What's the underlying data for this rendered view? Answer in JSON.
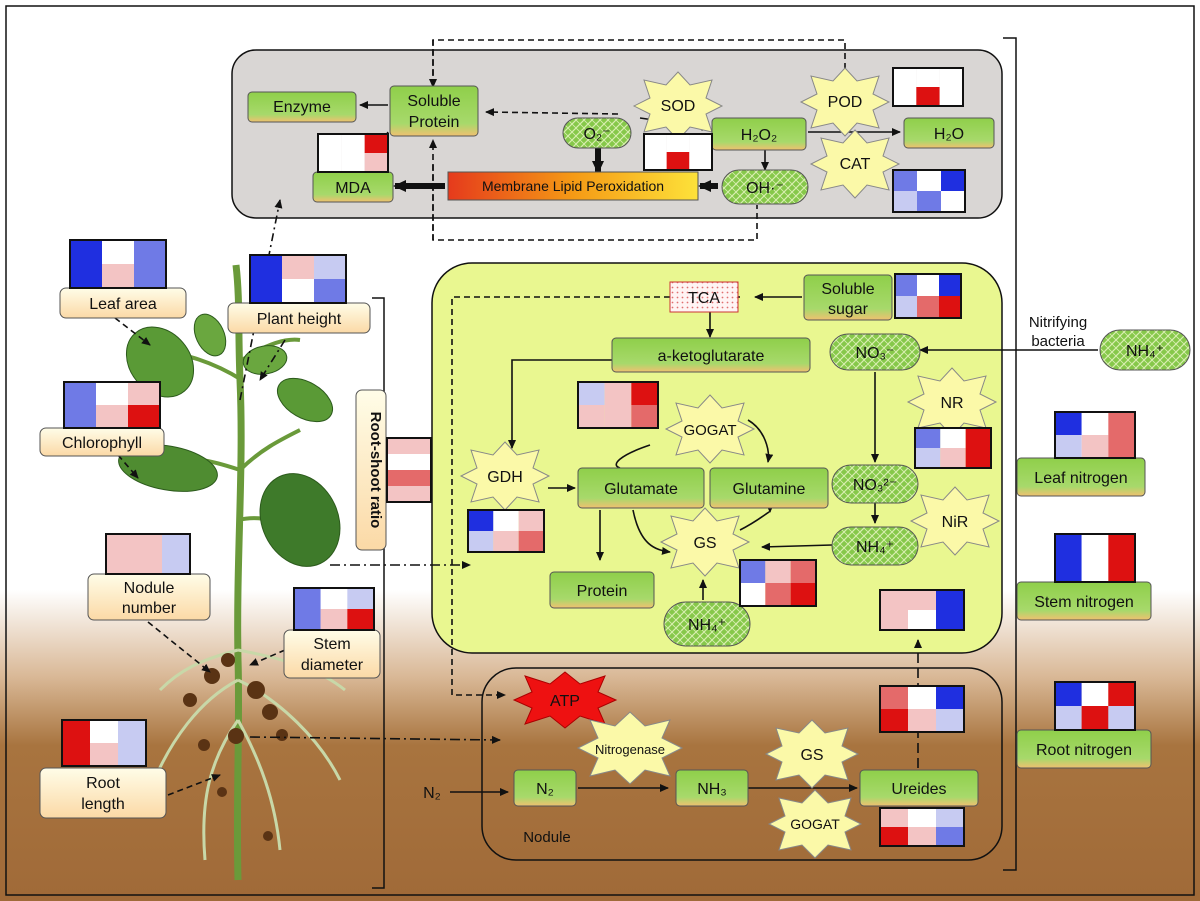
{
  "diagram": {
    "oxidative": {
      "enzyme": "Enzyme",
      "soluble_protein": [
        "Soluble",
        "Protein"
      ],
      "sod": "SOD",
      "pod": "POD",
      "cat": "CAT",
      "o2": "O₂⁻",
      "h2o2": "H₂O₂",
      "h2o": "H₂O",
      "oh": "OH·⁻",
      "mda": "MDA",
      "membrane": "Membrane Lipid Peroxidation"
    },
    "nitrogen": {
      "tca": "TCA",
      "soluble_sugar": [
        "Soluble",
        "sugar"
      ],
      "a_ketoglutarate": "a-ketoglutarate",
      "no3": "NO₃⁻",
      "nr": "NR",
      "gogat": "GOGAT",
      "gdh": "GDH",
      "glutamate": "Glutamate",
      "glutamine": "Glutamine",
      "no3_2": "NO₃²⁻",
      "nir": "NiR",
      "gs": "GS",
      "nh4_right": "NH₄⁺",
      "protein": "Protein",
      "nh4_bottom": "NH₄⁺"
    },
    "external": {
      "nitrifying": [
        "Nitrifying",
        "bacteria"
      ],
      "nh4_ext": "NH₄⁺"
    },
    "nodule": {
      "atp": "ATP",
      "nitrogenase": "Nitrogenase",
      "gs": "GS",
      "n2_in": "N₂",
      "n2": "N₂",
      "nh3": "NH₃",
      "ureides": "Ureides",
      "gogat": "GOGAT",
      "label": "Nodule"
    },
    "plant": {
      "leaf_area": "Leaf area",
      "plant_height": "Plant height",
      "chlorophyll": "Chlorophyll",
      "nodule_number": [
        "Nodule",
        "number"
      ],
      "stem_diameter": [
        "Stem",
        "diameter"
      ],
      "root_length": [
        "Root",
        "length"
      ],
      "root_shoot_ratio": "Root-shoot ratio"
    },
    "tissue": {
      "leaf_nitrogen": "Leaf nitrogen",
      "stem_nitrogen": "Stem nitrogen",
      "root_nitrogen": "Root nitrogen"
    },
    "heatmap_colors": {
      "deep_blue": "#1f2fe0",
      "mid_blue": "#6f7ae6",
      "light_blue": "#c7cbf2",
      "white": "#ffffff",
      "light_red": "#f3c4c4",
      "mid_red": "#e46a6a",
      "deep_red": "#dd1111"
    },
    "colors": {
      "box_green_top": "#a8d66a",
      "box_green_bottom": "#f2c66a",
      "star_yellow": "#fbf9a8",
      "nitrogen_panel": "#e9f790",
      "oxidative_panel": "#d9d6d4",
      "soil": "#a4703f",
      "atp_red": "#ee1111"
    }
  }
}
